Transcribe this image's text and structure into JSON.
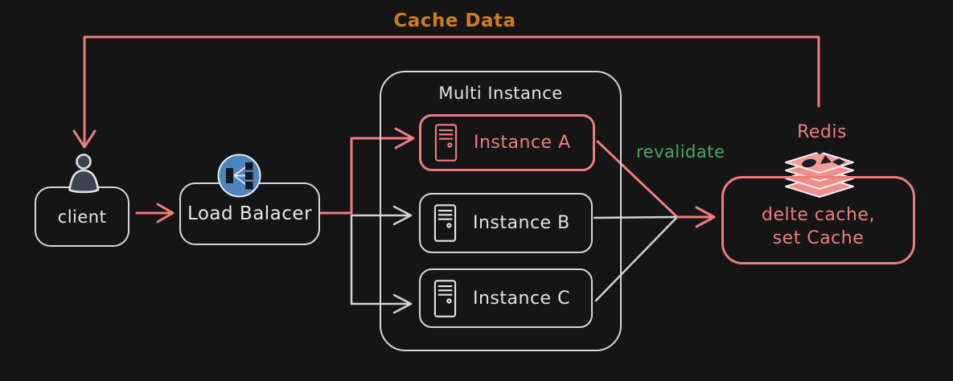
{
  "diagram": {
    "background": "#151515",
    "colors": {
      "box_stroke": "#d5d8dc",
      "accent_red": "#ee7d7d",
      "label_orange": "#cd7d1e",
      "label_green": "#4aa860",
      "lb_icon_blue": "#4e84bc",
      "icon_dark_fill": "#3c434f"
    },
    "arrow_labels": {
      "cache_data": "Cache Data",
      "revalidate": "revalidate"
    },
    "nodes": {
      "client": {
        "label": "client",
        "icon": "person-icon"
      },
      "load_balancer": {
        "label": "Load Balacer",
        "icon": "load-balancer-icon"
      },
      "multi_instance": {
        "title": "Multi Instance",
        "instances": [
          {
            "label": "Instance A",
            "icon": "server-icon",
            "highlighted": true
          },
          {
            "label": "Instance B",
            "icon": "server-icon",
            "highlighted": false
          },
          {
            "label": "Instance C",
            "icon": "server-icon",
            "highlighted": false
          }
        ]
      },
      "redis": {
        "title": "Redis",
        "icon": "redis-stack-icon",
        "action_line1": "delte cache,",
        "action_line2": "set Cache"
      }
    }
  }
}
